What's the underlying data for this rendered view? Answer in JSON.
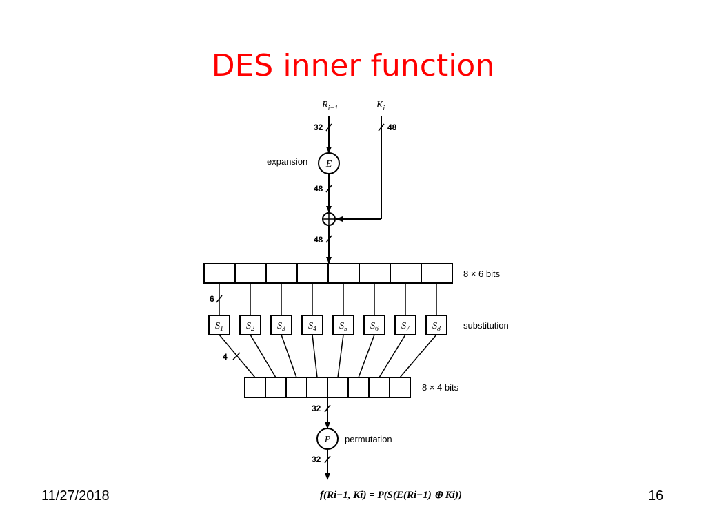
{
  "slide": {
    "title": "DES inner function",
    "date": "11/27/2018",
    "page_number": "16"
  },
  "diagram": {
    "inputs": {
      "r_base": "R",
      "r_sub": "i−1",
      "k_base": "K",
      "k_sub": "i"
    },
    "bit_widths": {
      "r_in": "32",
      "k_in": "48",
      "after_e": "48",
      "after_xor": "48",
      "sbox_in": "6",
      "sbox_out": "4",
      "p_in": "32",
      "p_out": "32"
    },
    "expansion": {
      "symbol": "E",
      "label": "expansion"
    },
    "xor": {
      "symbol": "⊕"
    },
    "upper_register": {
      "label": "8 × 6 bits"
    },
    "sboxes": {
      "label": "substitution",
      "base": "S",
      "subscripts": [
        "1",
        "2",
        "3",
        "4",
        "5",
        "6",
        "7",
        "8"
      ]
    },
    "lower_register": {
      "label": "8 × 4 bits"
    },
    "permutation": {
      "symbol": "P",
      "label": "permutation"
    },
    "formula": "f(Ri−1, Ki) = P(S(E(Ri−1) ⊕ Ki))"
  },
  "colors": {
    "title": "#ff0000",
    "ink": "#000000"
  }
}
